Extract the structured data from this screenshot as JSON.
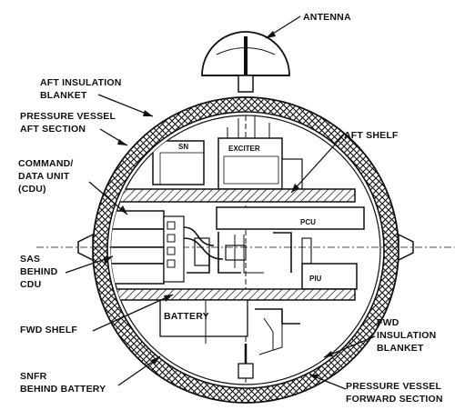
{
  "labels": {
    "antenna": "ANTENNA",
    "aft_insulation_1": "AFT INSULATION",
    "aft_insulation_2": "BLANKET",
    "pv_aft_1": "PRESSURE VESSEL",
    "pv_aft_2": "AFT SECTION",
    "aft_shelf": "AFT SHELF",
    "cdu_1": "COMMAND/",
    "cdu_2": "DATA UNIT",
    "cdu_3": "(CDU)",
    "sas_1": "SAS",
    "sas_2": "BEHIND",
    "sas_3": "CDU",
    "fwd_shelf": "FWD SHELF",
    "snfr_1": "SNFR",
    "snfr_2": "BEHIND BATTERY",
    "fwd_insulation_1": "FWD",
    "fwd_insulation_2": "INSULATION",
    "fwd_insulation_3": "BLANKET",
    "pv_fwd_1": "PRESSURE VESSEL",
    "pv_fwd_2": "FORWARD SECTION"
  },
  "inner": {
    "sn": "SN",
    "exciter": "EXCITER",
    "pcu": "PCU",
    "piu": "PIU",
    "battery": "BATTERY"
  }
}
